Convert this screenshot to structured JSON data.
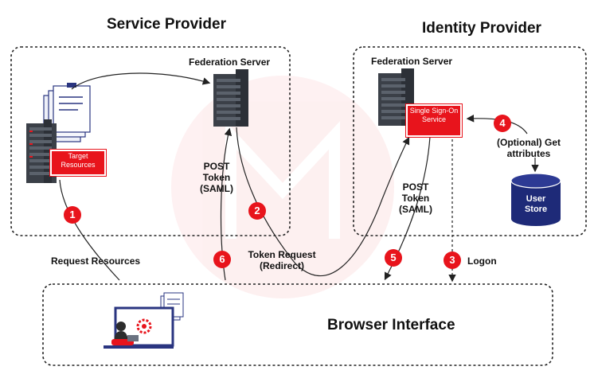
{
  "service_provider": {
    "title": "Service Provider",
    "federation_server_label": "Federation Server",
    "target_resources_label": "Target Resources"
  },
  "identity_provider": {
    "title": "Identity Provider",
    "federation_server_label": "Federation Server",
    "sso_label": "Single Sign-On Service",
    "user_store_label": "User Store"
  },
  "browser": {
    "title": "Browser Interface"
  },
  "steps": [
    {
      "number": "1",
      "label": "Request Resources"
    },
    {
      "number": "2",
      "label": "Token Request (Redirect)"
    },
    {
      "number": "3",
      "label": "Logon"
    },
    {
      "number": "4",
      "label": "(Optional) Get attributes"
    },
    {
      "number": "5",
      "label": "POST Token (SAML)"
    },
    {
      "number": "6",
      "label": "POST Token (SAML)"
    }
  ],
  "colors": {
    "accent_red": "#e8141c",
    "server_dark": "#3b4048",
    "store_navy": "#1e2a78",
    "line": "#222222"
  }
}
